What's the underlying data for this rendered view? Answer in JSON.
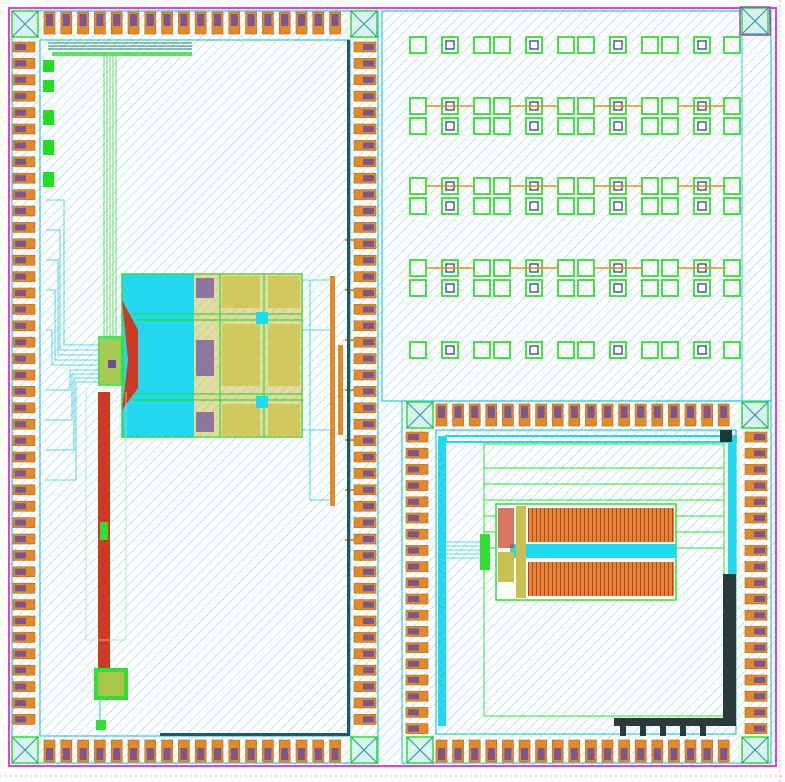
{
  "title": "",
  "colors": {
    "background": "#ffffff",
    "boundary": "#e040e0",
    "hatch": "#7fd8e8",
    "outline_cyan": "#2ec8e0",
    "metal_green": "#33dd33",
    "pad_orange": "#e08a2a",
    "pad_brown": "#c07a30",
    "via_purple": "#6a4ca0",
    "active_red": "#cc3a22",
    "poly_yellow": "#c8c050",
    "fill_cyan": "#22d8ee",
    "dark_bar": "#2a3a3a"
  },
  "blocks": {
    "left_die": "left-die",
    "right_array": "right-pad-array",
    "right_die": "right-die"
  }
}
